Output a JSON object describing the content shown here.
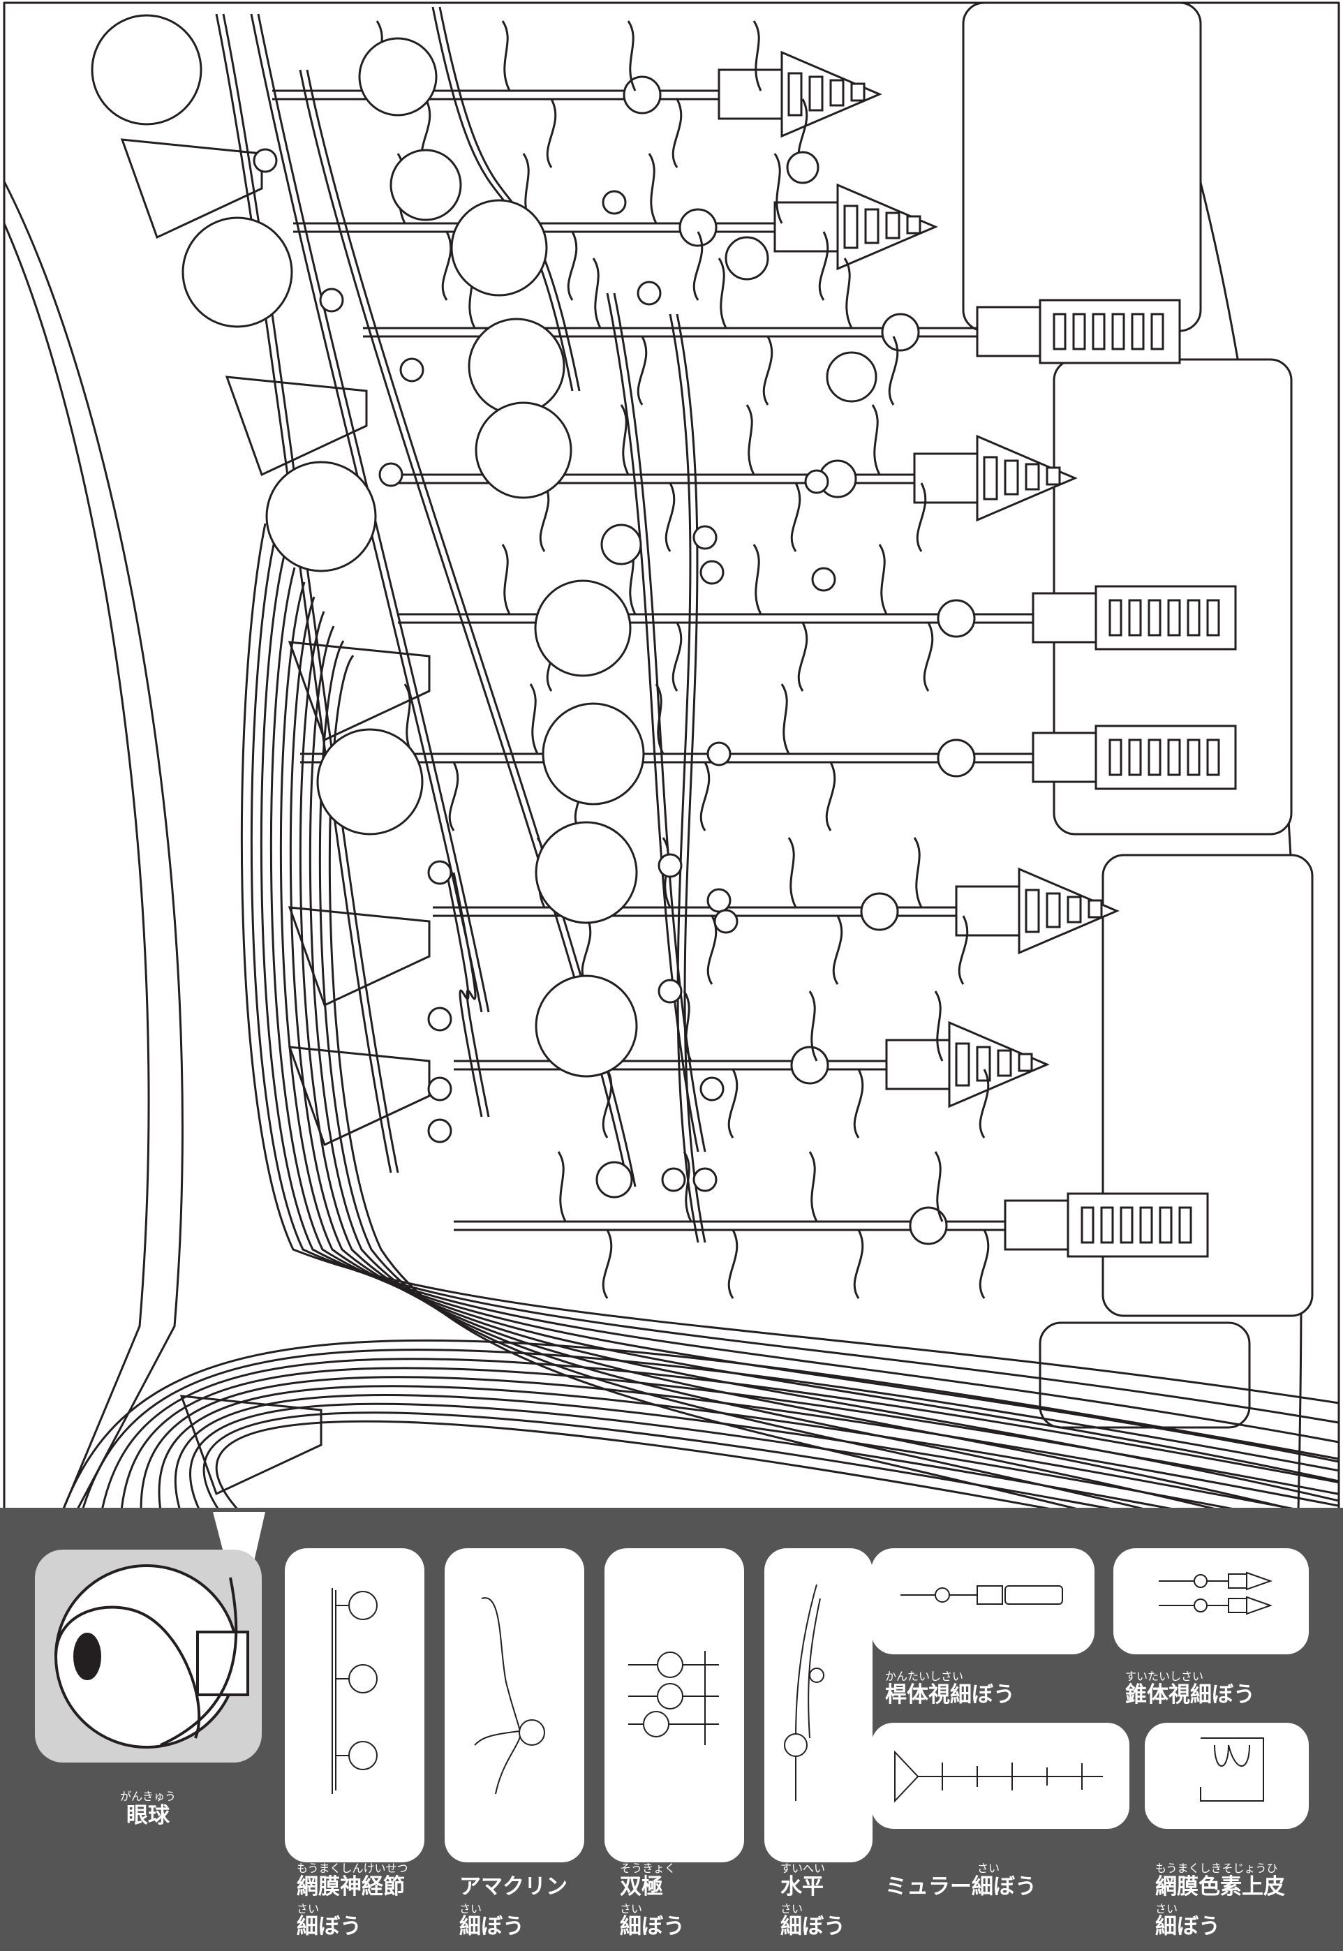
{
  "legend": {
    "eyeball": {
      "ruby": "がんきゅう",
      "label": "眼球"
    },
    "items": [
      {
        "key": "ganglion",
        "ruby1": "もうまくしんけいせつ",
        "line1": "網膜神経節",
        "ruby2": "さい",
        "line2": "細ぼう"
      },
      {
        "key": "amacrine",
        "line1": "アマクリン",
        "ruby2": "さい",
        "line2": "細ぼう"
      },
      {
        "key": "bipolar",
        "ruby1": "そうきょく",
        "line1": "双極",
        "ruby2": "さい",
        "line2": "細ぼう"
      },
      {
        "key": "horizontal",
        "ruby1": "すいへい",
        "line1": "水平",
        "ruby2": "さい",
        "line2": "細ぼう"
      },
      {
        "key": "rod",
        "ruby1": "かんたいしさい",
        "line1": "桿体視細ぼう"
      },
      {
        "key": "cone",
        "ruby1": "すいたいしさい",
        "line1": "錐体視細ぼう"
      },
      {
        "key": "muller",
        "ruby1": "さい",
        "line1": "ミュラー細ぼう"
      },
      {
        "key": "rpe",
        "ruby1": "もうまくしきそじょうひ",
        "line1": "網膜色素上皮",
        "ruby2": "さい",
        "line2": "細ぼう"
      }
    ]
  },
  "colors": {
    "panel": "#555555",
    "card": "#ffffff",
    "line": "#231f20",
    "eye_bg": "#d2d2d2"
  }
}
